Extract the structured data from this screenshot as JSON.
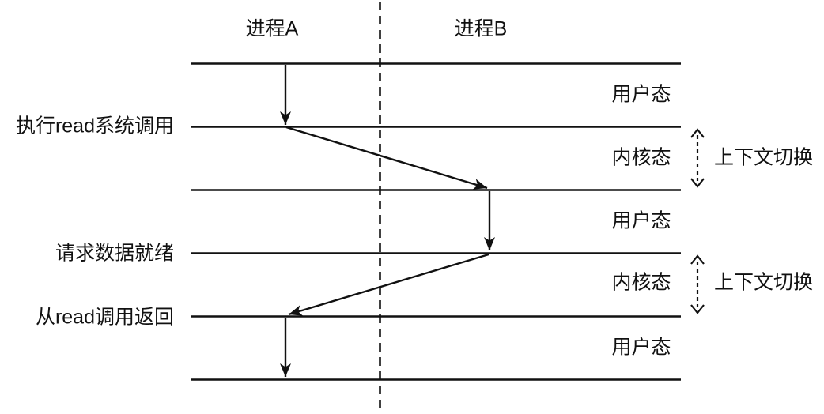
{
  "diagram": {
    "process_a_label": "进程A",
    "process_b_label": "进程B",
    "event_labels": {
      "read_syscall": "执行read系统调用",
      "data_ready": "请求数据就绪",
      "read_return": "从read调用返回"
    },
    "mode_labels": [
      "用户态",
      "内核态",
      "用户态",
      "内核态",
      "用户态"
    ],
    "context_switch_label": "上下文切换",
    "colors": {
      "stroke": "#111111",
      "text": "#111111",
      "background": "#ffffff"
    }
  }
}
